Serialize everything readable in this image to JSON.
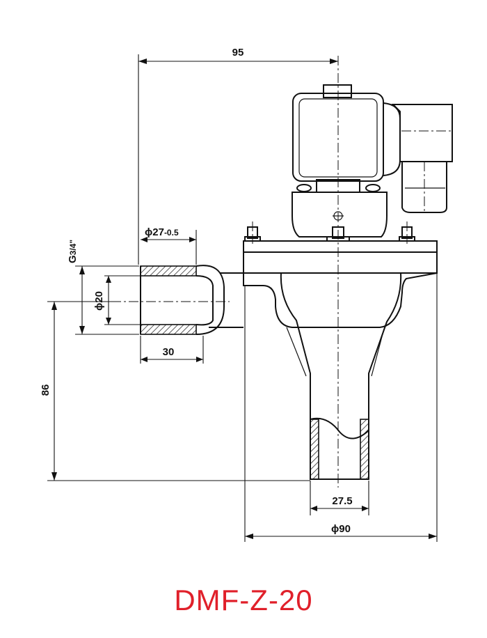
{
  "model": "DMF-Z-20",
  "colors": {
    "title": "#e0202a",
    "line": "#111111"
  },
  "dimensions": {
    "overall_width": "95",
    "outlet_diameter_sym": "ϕ",
    "outlet_diameter_val": "27",
    "outlet_diameter_tol": "-0.5",
    "thread_prefix": "G",
    "thread_size": "3/4\"",
    "bore_sym": "ϕ",
    "bore_val": "20",
    "outlet_length": "30",
    "height": "86",
    "inlet_inner": "27.5",
    "flange_sym": "ϕ",
    "flange_val": "90"
  }
}
